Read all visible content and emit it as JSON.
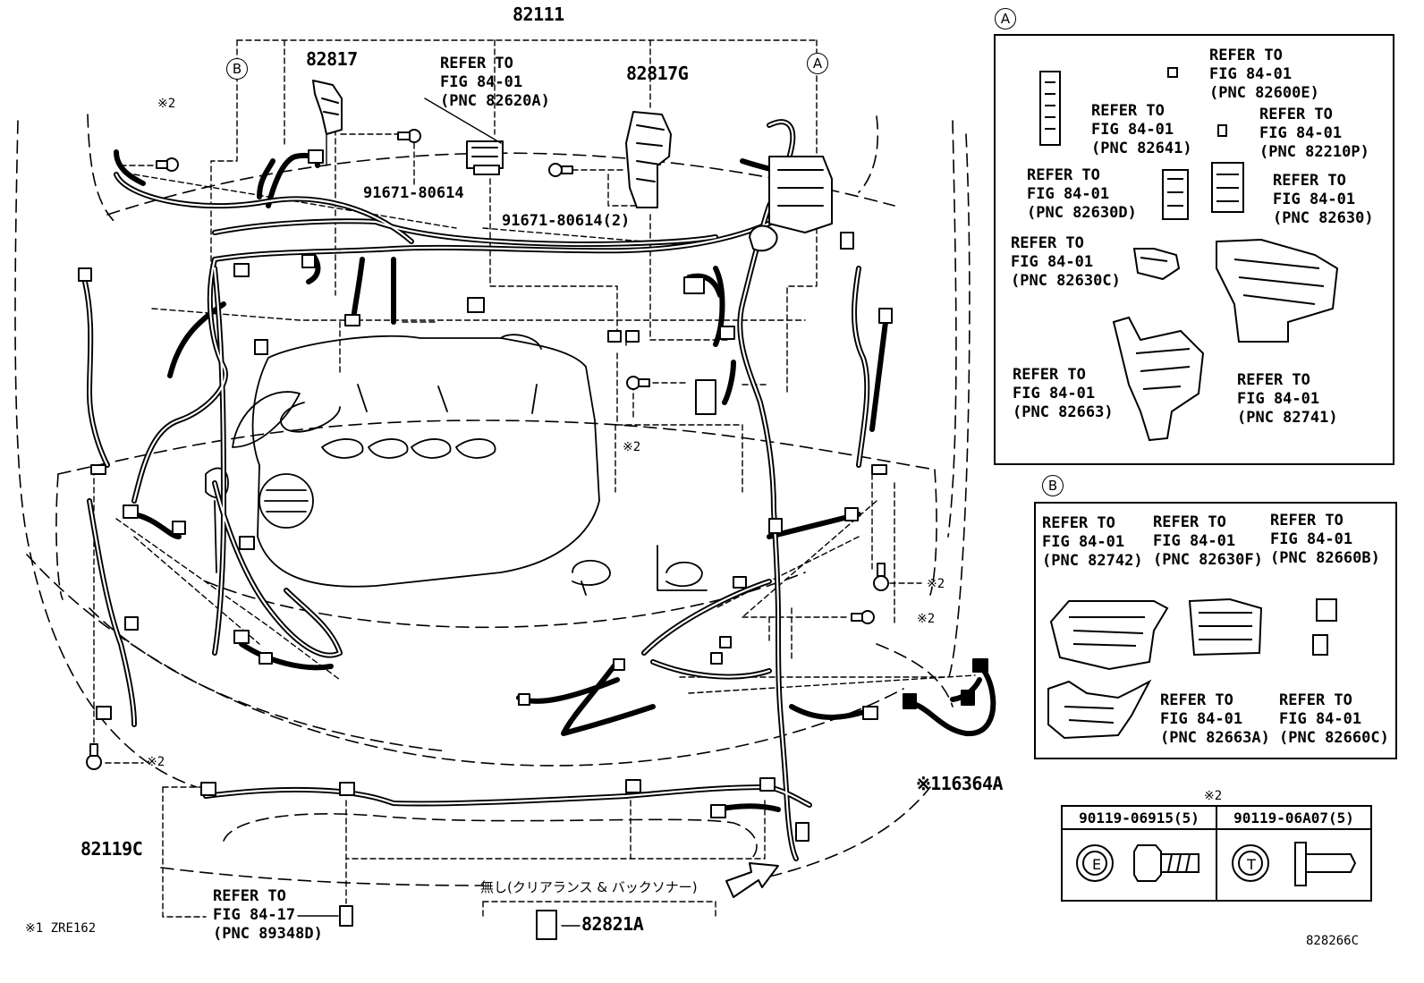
{
  "main": {
    "top_part": "82111",
    "labels": {
      "p82817": "82817",
      "p82817g": "82817G",
      "bolt_a": "91671-80614",
      "bolt_b": "91671-80614(2)",
      "p82119c": "82119C",
      "p16364a": "※116364A",
      "p82821a": "82821A",
      "doc_code": "828266C",
      "footnote": "※1 ZRE162",
      "mark2": "※2",
      "refer_82620a": "REFER TO\nFIG 84-01\n(PNC 82620A)",
      "refer_89348d": "REFER TO\nFIG 84-17\n(PNC 89348D)",
      "jp_note": "無し(クリアランス & バックソナー)"
    },
    "circle_a": "A",
    "circle_b": "B"
  },
  "panel_a": {
    "label": "A",
    "refs": [
      "REFER TO\nFIG 84-01\n(PNC 82600E)",
      "REFER TO\nFIG 84-01\n(PNC 82641)",
      "REFER TO\nFIG 84-01\n(PNC 82210P)",
      "REFER TO\nFIG 84-01\n(PNC 82630D)",
      "REFER TO\nFIG 84-01\n(PNC 82630)",
      "REFER TO\nFIG 84-01\n(PNC 82630C)",
      "REFER TO\nFIG 84-01\n(PNC 82663)",
      "REFER TO\nFIG 84-01\n(PNC 82741)"
    ]
  },
  "panel_b": {
    "label": "B",
    "refs": [
      "REFER TO\nFIG 84-01\n(PNC 82742)",
      "REFER TO\nFIG 84-01\n(PNC 82630F)",
      "REFER TO\nFIG 84-01\n(PNC 82660B)",
      "REFER TO\nFIG 84-01\n(PNC 82663A)",
      "REFER TO\nFIG 84-01\n(PNC 82660C)"
    ]
  },
  "bolt_table": {
    "mark": "※2",
    "headers": [
      "90119-06915(5)",
      "90119-06A07(5)"
    ],
    "letters": [
      "E",
      "T"
    ]
  }
}
